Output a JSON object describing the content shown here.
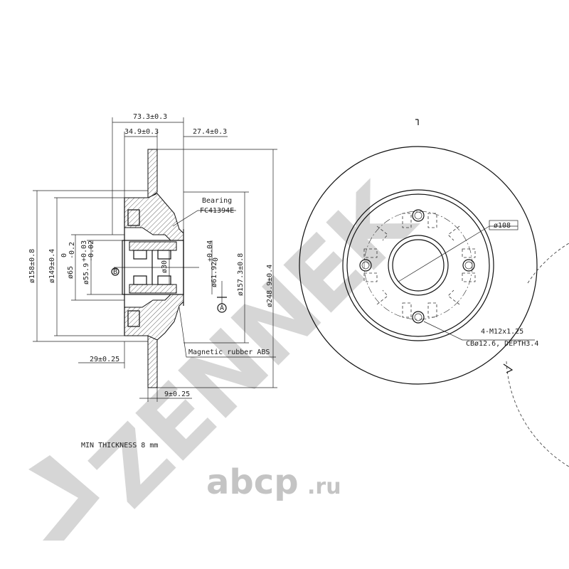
{
  "watermark": {
    "text": "ZENNEK",
    "color": "#d6d6d6"
  },
  "logo": {
    "text": "abcp",
    "suffix": ".ru",
    "color": "#c4c4c4"
  },
  "dimensions": {
    "total_width": "73.3±0.3",
    "flange_offset": "34.9±0.3",
    "hub_offset": "27.4±0.3",
    "outer_diameter": "ø158±0.8",
    "seat_diameter": "ø149±0.4",
    "bore_main": "ø65",
    "bore_main_tol_upper": "0",
    "bore_main_tol_lower": "-0.2",
    "bore_inner": "ø55.9",
    "bore_inner_tol_upper": "+0.03",
    "bore_inner_tol_lower": "-0.02",
    "shaft": "ø30",
    "bearing_seat": "ø61.92",
    "bearing_seat_tol_upper": "+0.04",
    "bearing_seat_tol_lower": "0",
    "abs_diameter": "ø157.3±0.8",
    "disc_diameter": "ø248.9±0.4",
    "flange_thickness": "29±0.25",
    "disc_thickness": "9±0.25",
    "pcd": "ø108"
  },
  "labels": {
    "bearing": "Bearing",
    "bearing_code": "FC41394E",
    "abs": "Magnetic rubber ABS",
    "thread": "4-M12x1.25",
    "counterbore": "CBø12.6, DEPTH3.4",
    "min_thickness": "MIN THICKNESS 8 mm",
    "marker_a": "A",
    "marker_b": "B"
  }
}
